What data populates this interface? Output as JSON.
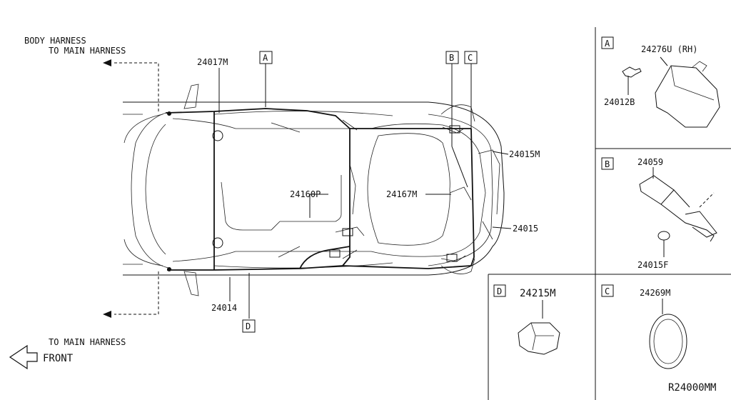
{
  "notes": {
    "body_harness_1": "BODY HARNESS",
    "body_harness_2": "TO MAIN HARNESS",
    "to_main_harness": "TO MAIN HARNESS",
    "front": "FRONT"
  },
  "callouts": {
    "p24017M": "24017M",
    "p24160P": "24160P",
    "p24167M": "24167M",
    "p24015M": "24015M",
    "p24015": "24015",
    "p24014": "24014"
  },
  "ref_boxes": {
    "A": "A",
    "B": "B",
    "C": "C",
    "D": "D"
  },
  "panels": {
    "A": {
      "letter": "A",
      "part1": "24276U (RH)",
      "part2": "24012B"
    },
    "B": {
      "letter": "B",
      "part1": "24059",
      "part2": "24015F"
    },
    "C": {
      "letter": "C",
      "part1": "24269M"
    },
    "D": {
      "letter": "D",
      "part1": "24215M"
    }
  },
  "diagram_code": "R24000MM"
}
